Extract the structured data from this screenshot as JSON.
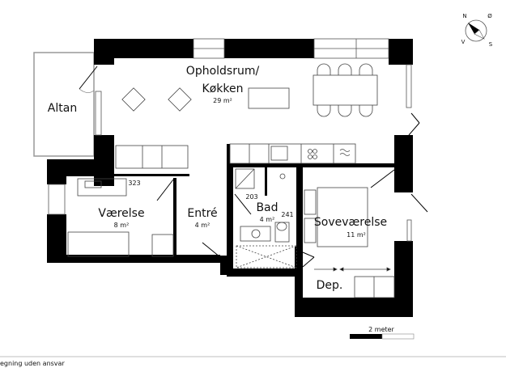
{
  "compass": {
    "n": "N",
    "e": "Ø",
    "s": "S",
    "w": "V"
  },
  "rooms": {
    "living": {
      "name_line1": "Opholdsrum/",
      "name_line2": "Køkken",
      "area": "29 m²"
    },
    "balcony": {
      "name": "Altan"
    },
    "bedroom_small": {
      "name": "Værelse",
      "area": "8 m²",
      "dim": "323"
    },
    "hall": {
      "name": "Entré",
      "area": "4 m²"
    },
    "bath": {
      "name": "Bad",
      "area": "4 m²",
      "dim_a": "203",
      "dim_b": "241"
    },
    "bedroom": {
      "name": "Soveværelse",
      "area": "11 m²"
    },
    "storage": {
      "name": "Dep."
    }
  },
  "scale": {
    "label": "2 meter"
  },
  "footer": {
    "disclaimer": "egning uden ansvar"
  },
  "colors": {
    "wall": "#000000",
    "line": "#444444"
  }
}
